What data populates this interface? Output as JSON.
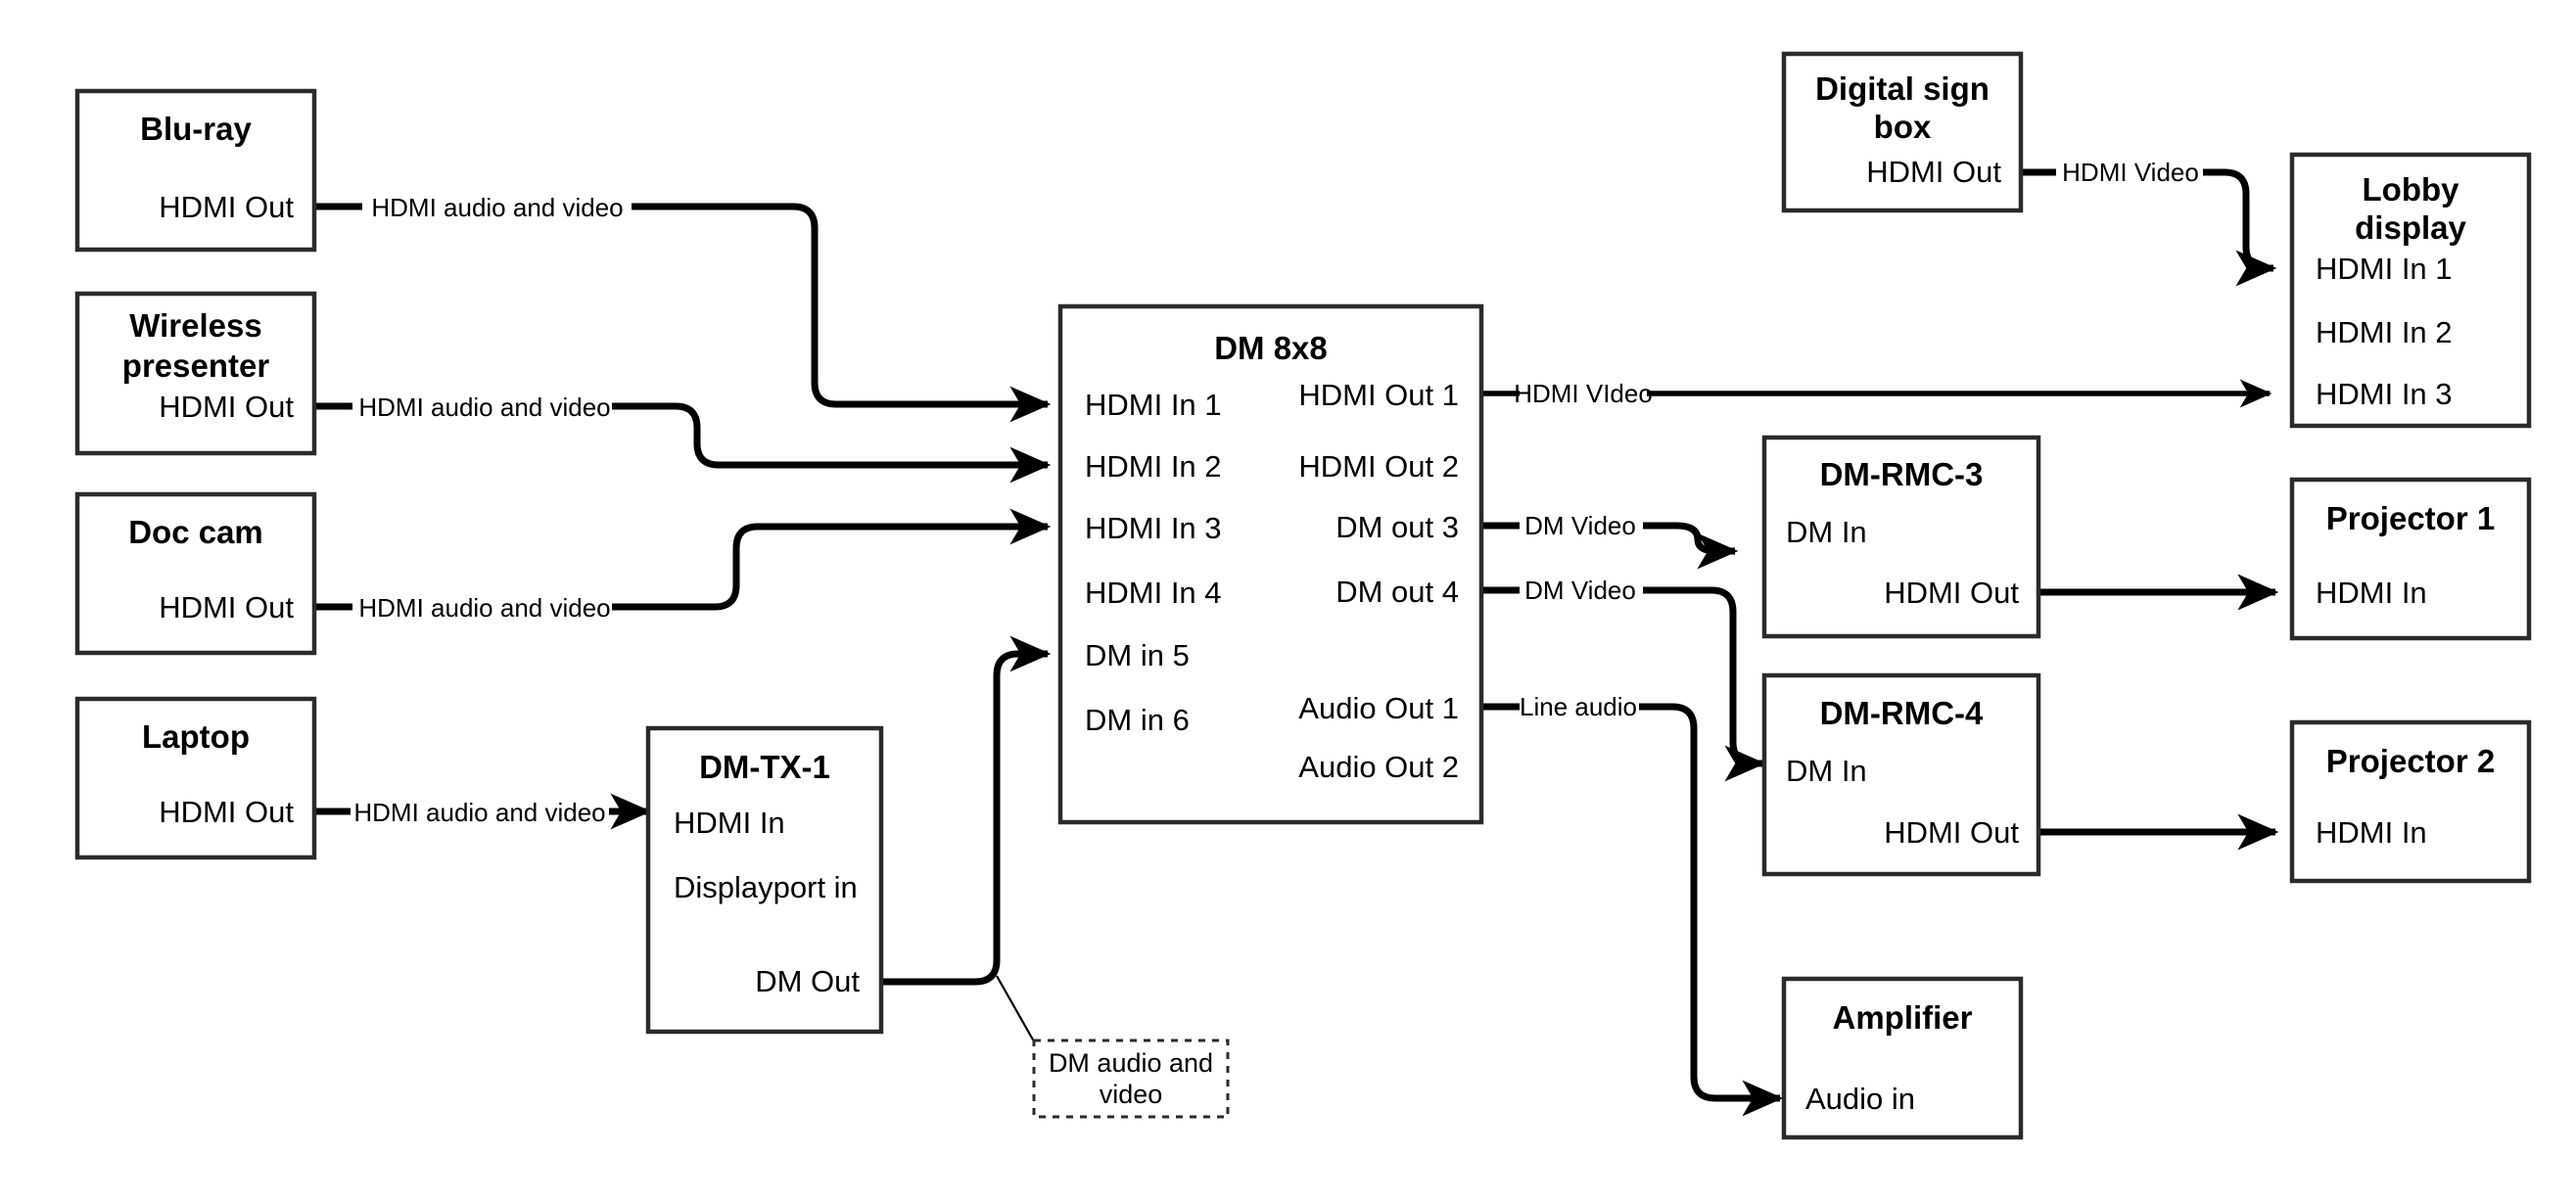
{
  "diagram": {
    "title": "AV signal flow diagram",
    "type": "block-diagram",
    "background_color": "#ffffff",
    "line_color": "#000000",
    "box_stroke_color": "#2b2b2b"
  },
  "devices": {
    "bluray": {
      "name": "Blu-ray",
      "ports": {
        "out1": "HDMI Out"
      }
    },
    "wireless_presenter": {
      "name_line1": "Wireless",
      "name_line2": "presenter",
      "ports": {
        "out1": "HDMI Out"
      }
    },
    "doc_cam": {
      "name": "Doc cam",
      "ports": {
        "out1": "HDMI Out"
      }
    },
    "laptop": {
      "name": "Laptop",
      "ports": {
        "out1": "HDMI Out"
      }
    },
    "dm_tx_1": {
      "name": "DM-TX-1",
      "ports": {
        "in1": "HDMI In",
        "in2": "Displayport in",
        "out1": "DM Out"
      }
    },
    "dm_8x8": {
      "name": "DM 8x8",
      "inputs": [
        "HDMI In 1",
        "HDMI In 2",
        "HDMI In 3",
        "HDMI In 4",
        "DM in 5",
        "DM in 6"
      ],
      "outputs": [
        "HDMI Out 1",
        "HDMI Out 2",
        "DM out 3",
        "DM out 4",
        "Audio Out 1",
        "Audio Out 2"
      ]
    },
    "digital_sign_box": {
      "name_line1": "Digital sign",
      "name_line2": "box",
      "ports": {
        "out1": "HDMI Out"
      }
    },
    "lobby_display": {
      "name_line1": "Lobby",
      "name_line2": "display",
      "inputs": [
        "HDMI In 1",
        "HDMI In 2",
        "HDMI In 3"
      ]
    },
    "dm_rmc_3": {
      "name": "DM-RMC-3",
      "ports": {
        "in1": "DM In",
        "out1": "HDMI Out"
      }
    },
    "dm_rmc_4": {
      "name": "DM-RMC-4",
      "ports": {
        "in1": "DM In",
        "out1": "HDMI Out"
      }
    },
    "projector_1": {
      "name": "Projector 1",
      "ports": {
        "in1": "HDMI In"
      }
    },
    "projector_2": {
      "name": "Projector 2",
      "ports": {
        "in1": "HDMI In"
      }
    },
    "amplifier": {
      "name": "Amplifier",
      "ports": {
        "in1": "Audio in"
      }
    }
  },
  "connections": {
    "bluray_to_dm": "HDMI audio and video",
    "wireless_to_dm": "HDMI audio and video",
    "doccam_to_dm": "HDMI audio and video",
    "laptop_to_tx": "HDMI audio and video",
    "tx_to_dm": "DM audio and video",
    "dm_to_lobby": "HDMI VIdeo",
    "sign_to_lobby": "HDMI Video",
    "dm_to_rmc3": "DM Video",
    "dm_to_rmc4": "DM Video",
    "dm_to_amp": "Line audio"
  }
}
